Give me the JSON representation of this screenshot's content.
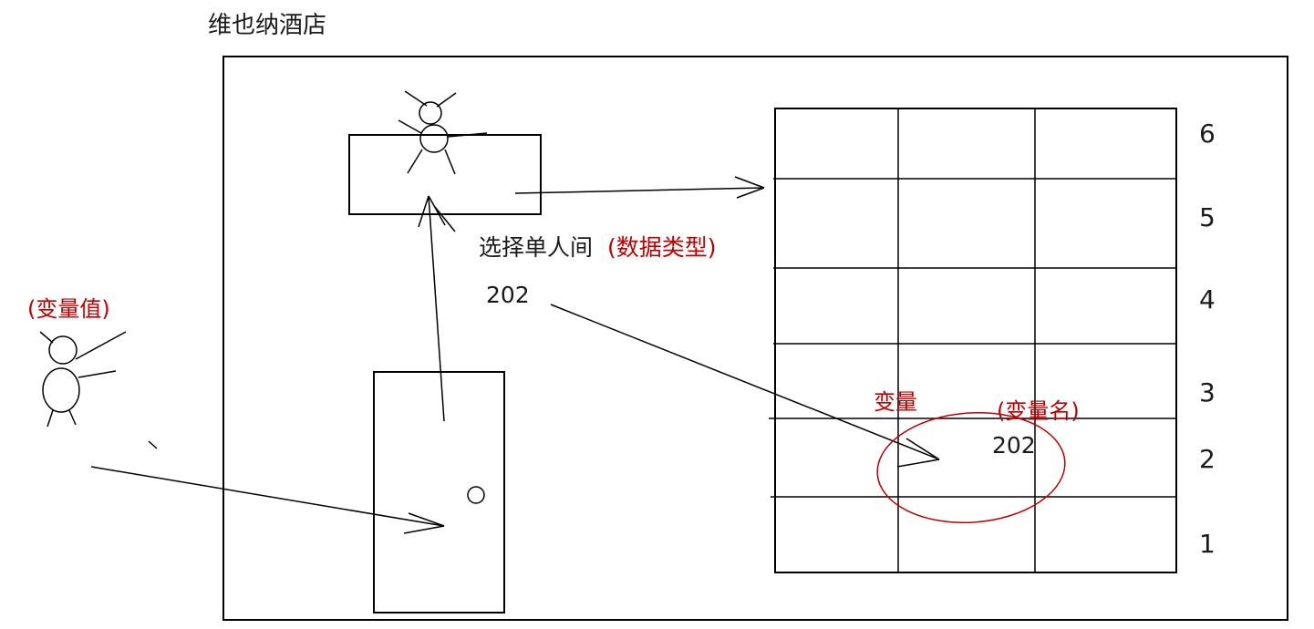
{
  "title": "维也纳酒店",
  "annotations": {
    "room_type_label": "选择单人间",
    "data_type_note": "(数据类型)",
    "room_number_selected": "202",
    "variable_label": "变量",
    "variable_name_note": "(变量名)",
    "room_number_in_cell": "202",
    "variable_value_note": "(变量值)"
  },
  "floors": [
    "6",
    "5",
    "4",
    "3",
    "2",
    "1"
  ],
  "colors": {
    "line": "#000000",
    "annotation_red": "#c00000",
    "background": "#ffffff"
  }
}
